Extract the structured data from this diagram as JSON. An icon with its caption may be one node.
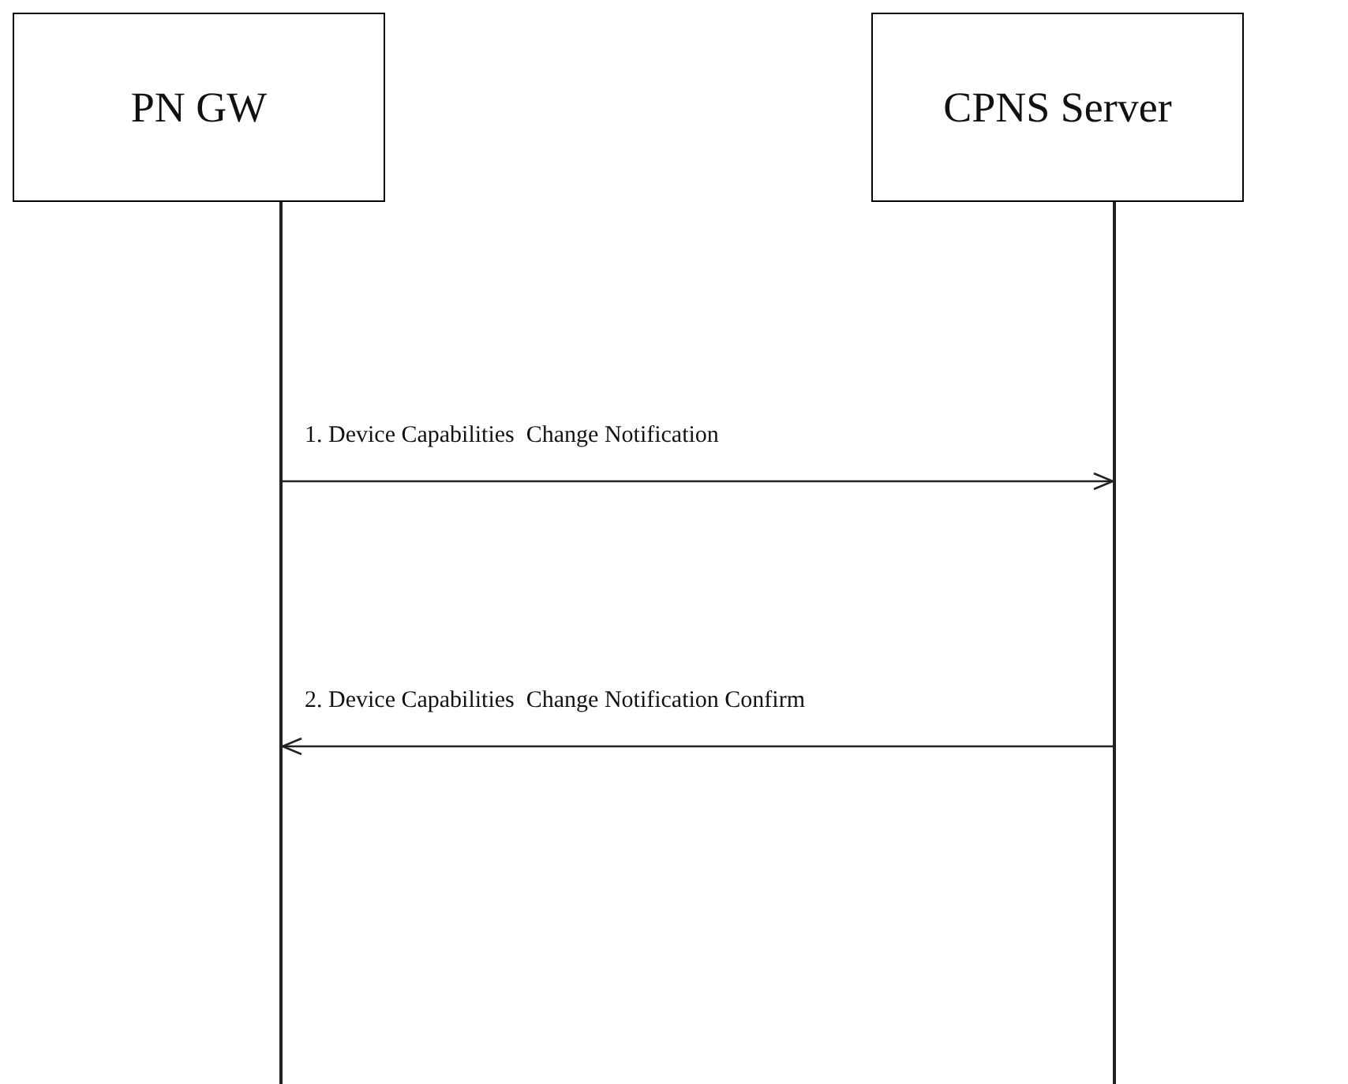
{
  "diagram": {
    "nodes": [
      {
        "text": [
          "PN GW"
        ]
      },
      {
        "text": [
          "CPNS Server"
        ]
      },
      {
        "text": [],
        "shape": "bar"
      },
      {
        "text": [],
        "shape": "bar"
      }
    ],
    "edges": [
      {
        "from": 2,
        "to": 3,
        "arrow": "to",
        "label": "1. Device Capabilities  Change Notification"
      },
      {
        "from": 3,
        "to": 2,
        "arrow": "to",
        "label": "2. Device Capabilities  Change Notification Confirm"
      }
    ]
  }
}
